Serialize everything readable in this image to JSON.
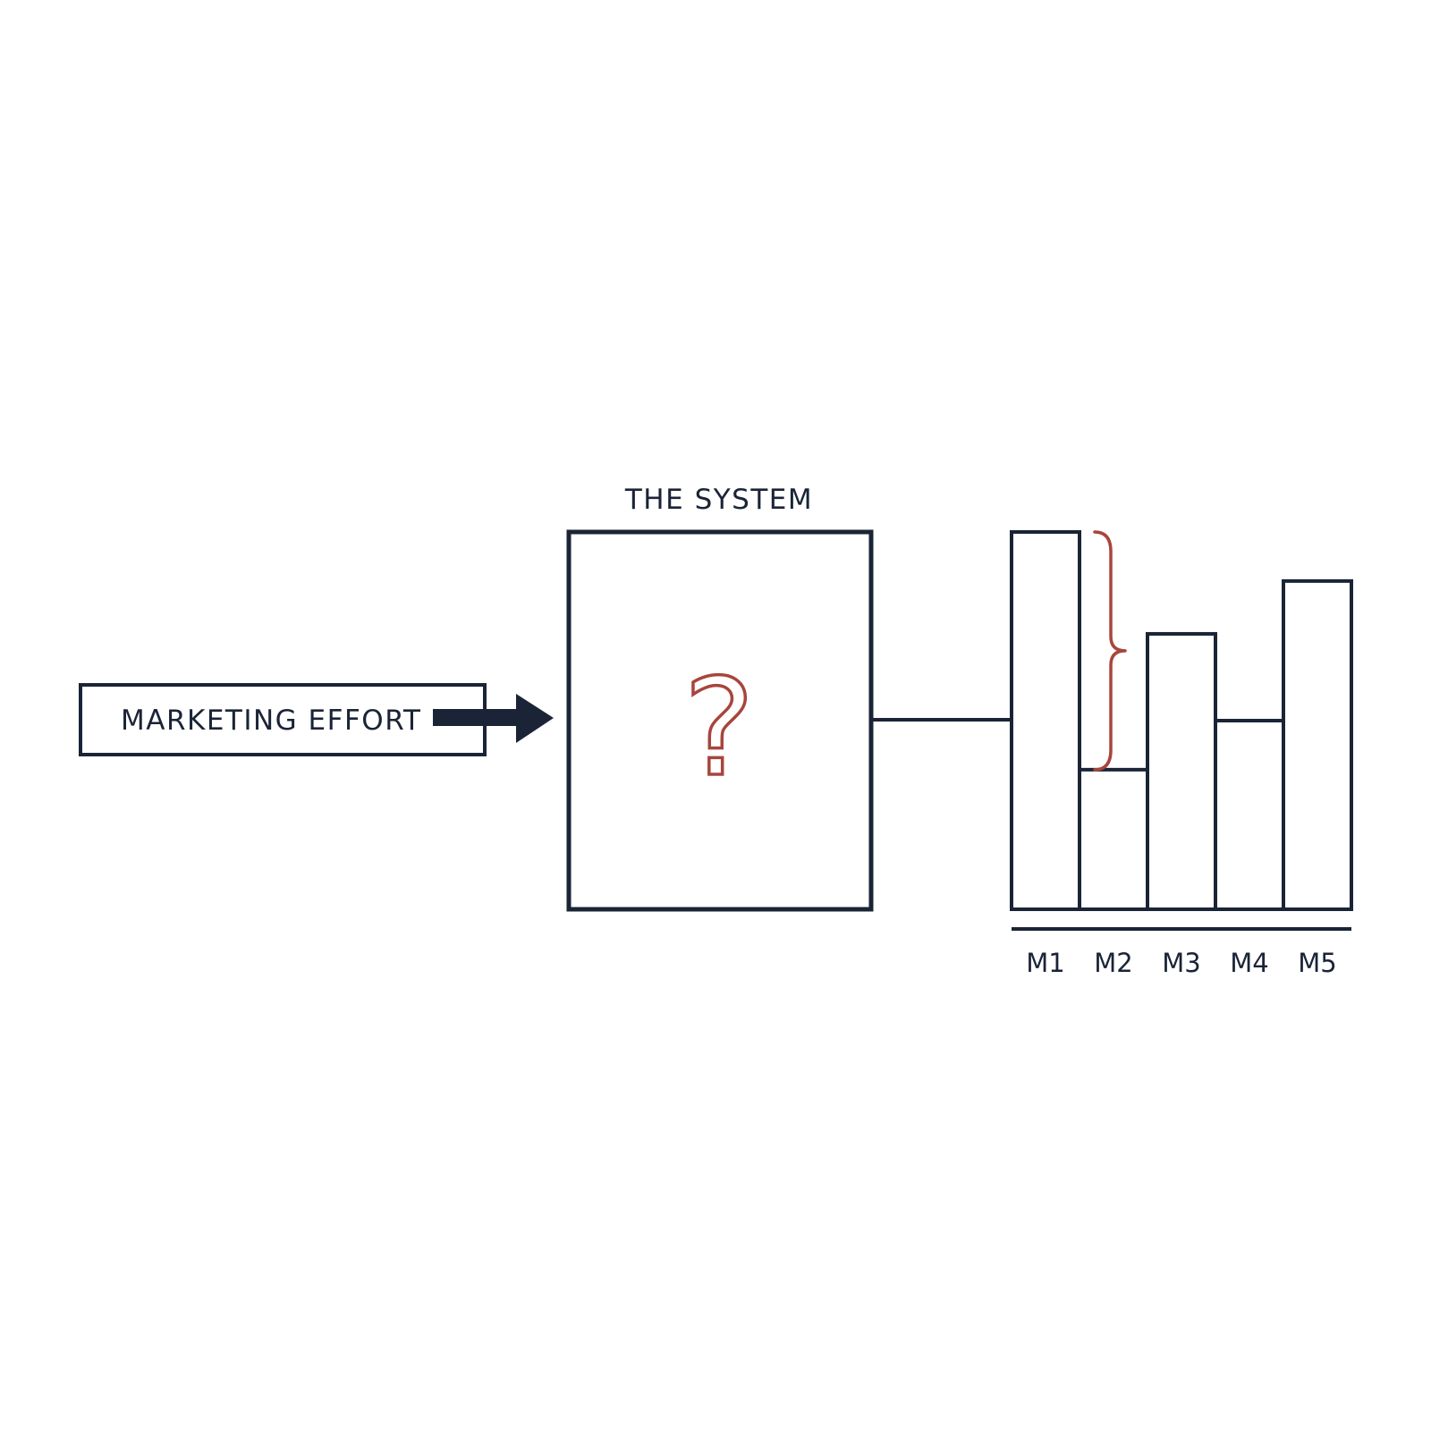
{
  "input_label": "MARKETING EFFORT",
  "system_label": "THE SYSTEM",
  "system_symbol": "?",
  "colors": {
    "ink": "#1a2436",
    "accent": "#a8453c",
    "background": "#ffffff"
  },
  "chart_data": {
    "type": "bar",
    "categories": [
      "M1",
      "M2",
      "M3",
      "M4",
      "M5"
    ],
    "values": [
      100,
      37,
      73,
      50,
      87
    ],
    "ylim": [
      0,
      100
    ],
    "grid": false,
    "annotation": "brace"
  }
}
